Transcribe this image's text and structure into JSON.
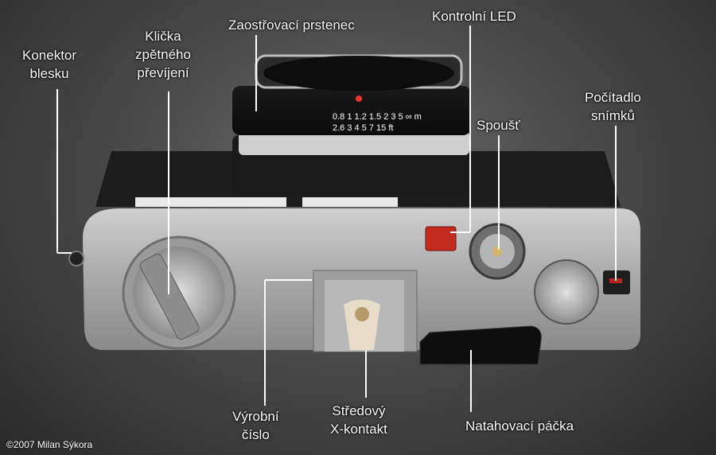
{
  "labels": {
    "flash_connector": [
      "Konektor",
      "blesku"
    ],
    "rewind_crank": [
      "Klička",
      "zpětného",
      "převíjení"
    ],
    "focus_ring": "Zaostřovací prstenec",
    "control_led": "Kontrolní LED",
    "shutter_release": "Spoušť",
    "frame_counter": [
      "Počítadlo",
      "snímků"
    ],
    "serial_number": [
      "Výrobní",
      "číslo"
    ],
    "center_x_contact": [
      "Středový",
      "X-kontakt"
    ],
    "advance_lever": "Natahovací páčka"
  },
  "credit": "©2007 Milan Sýkora",
  "lens": {
    "scale_m": [
      "0.8",
      "1",
      "1.2",
      "1.5",
      "2",
      "3",
      "5",
      "∞",
      "m"
    ],
    "scale_ft": [
      "2.6",
      "3",
      "4",
      "5",
      "7",
      "15",
      "ft"
    ]
  }
}
